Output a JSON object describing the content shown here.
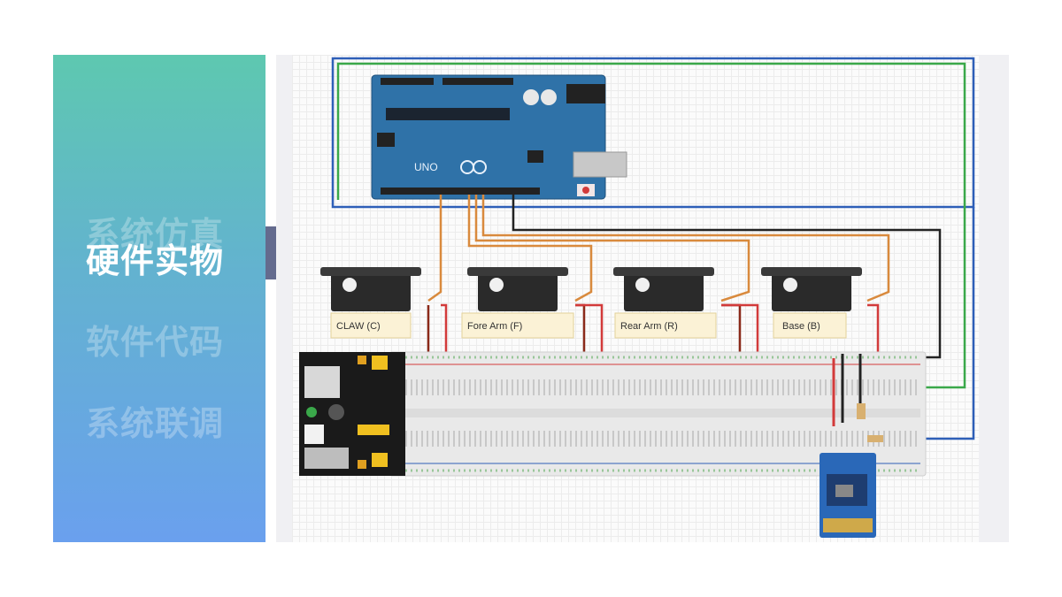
{
  "sidebar": {
    "items": [
      {
        "label": "系统仿真",
        "active": false
      },
      {
        "label": "硬件实物",
        "active": true
      },
      {
        "label": "软件代码",
        "active": false
      },
      {
        "label": "系统联调",
        "active": false
      }
    ]
  },
  "circuit": {
    "arduino": {
      "board_text": "UNO"
    },
    "servos": [
      {
        "label": "CLAW (C)"
      },
      {
        "label": "Fore Arm (F)"
      },
      {
        "label": "Rear Arm (R)"
      },
      {
        "label": "Base (B)"
      }
    ]
  },
  "colors": {
    "gradient_top": "#5ec8b0",
    "gradient_bottom": "#6aa0ee",
    "indicator": "#646b8e",
    "arduino_board": "#2f72a8",
    "wire_orange": "#d98a3d",
    "wire_blue": "#2e5fb8",
    "wire_green": "#3aa84a",
    "wire_black": "#222222"
  }
}
